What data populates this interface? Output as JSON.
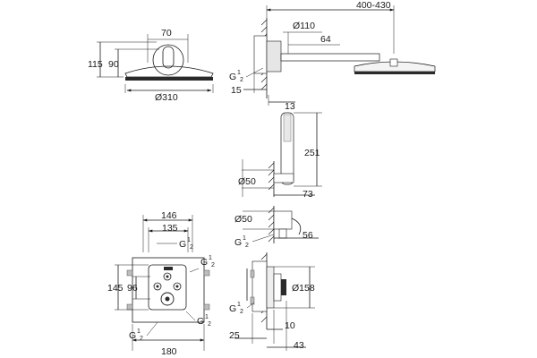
{
  "diagram": {
    "head_front": {
      "dim_top": "70",
      "dim_left_outer": "115",
      "dim_left_inner": "90",
      "dim_bottom": "Ø310"
    },
    "head_side": {
      "dim_reach": "400-430",
      "dim_dia_arm": "Ø110",
      "dim_arm": "64",
      "dim_thread_g": "G",
      "dim_thread_frac_num": "1",
      "dim_thread_frac_den": "2",
      "dim_wall": "15",
      "dim_depth": "13"
    },
    "hand_shower": {
      "dim_height": "251",
      "dim_dia_holder": "Ø50",
      "dim_holder": "73",
      "dim_dia_outlet": "Ø50",
      "dim_thread_g": "G",
      "dim_thread_frac_num": "1",
      "dim_thread_frac_den": "2",
      "dim_outlet": "56"
    },
    "valve_front": {
      "dim_top_outer": "146",
      "dim_top_inner": "135",
      "dim_thread_top_g": "G",
      "dim_thread_right_g": "G",
      "dim_thread_right2_g": "G",
      "dim_thread_bottom_g": "G",
      "frac_num": "1",
      "frac_den": "2",
      "dim_left_outer": "145",
      "dim_left_inner": "96",
      "dim_bottom": "180"
    },
    "valve_side": {
      "dim_dia_plate": "Ø158",
      "dim_thread_g": "G",
      "frac_num": "1",
      "frac_den": "2",
      "dim_left": "25",
      "dim_middle": "10",
      "dim_right": "43"
    }
  }
}
